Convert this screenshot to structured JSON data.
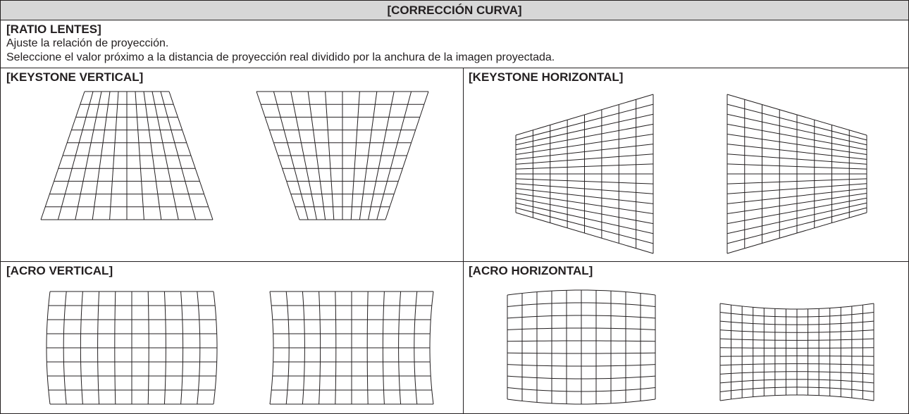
{
  "header": {
    "title": "[CORRECCIÓN CURVA]"
  },
  "ratio": {
    "title": "[RATIO LENTES]",
    "line1": "Ajuste la relación de proyección.",
    "line2": "Seleccione el valor próximo a la distancia de proyección real dividido por la anchura de la imagen proyectada."
  },
  "cells": {
    "keystone_vertical": "[KEYSTONE VERTICAL]",
    "keystone_horizontal": "[KEYSTONE HORIZONTAL]",
    "arco_vertical": "[ACRO VERTICAL]",
    "arco_horizontal": "[ACRO HORIZONTAL]"
  }
}
